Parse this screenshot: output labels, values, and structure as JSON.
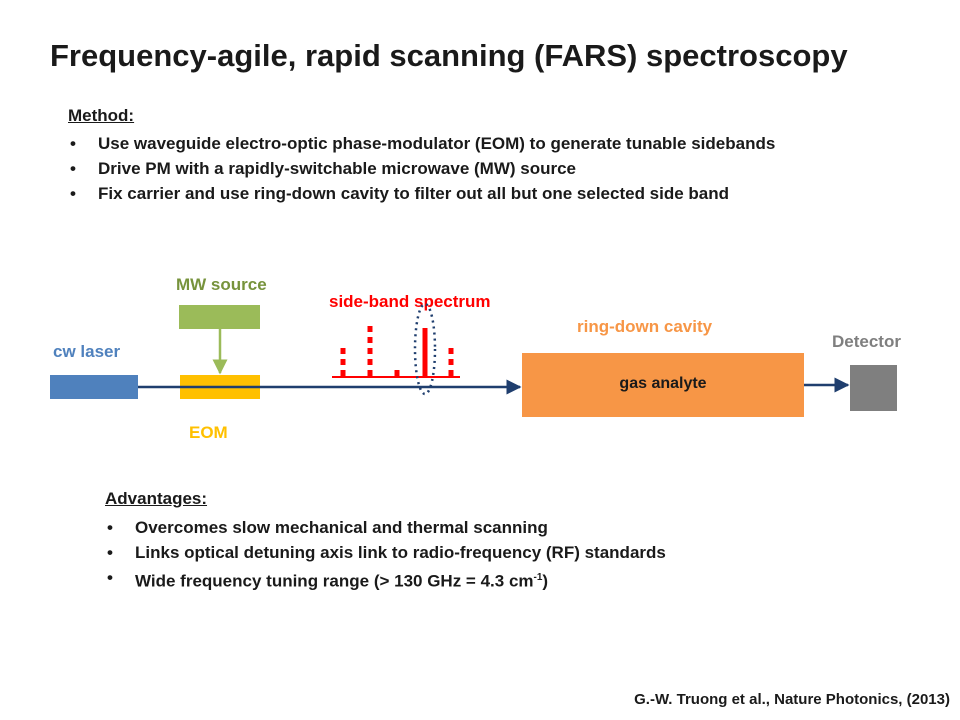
{
  "title": "Frequency-agile, rapid scanning (FARS) spectroscopy",
  "method": {
    "heading": "Method:",
    "items": [
      "Use waveguide electro-optic phase-modulator (EOM) to generate tunable sidebands",
      "Drive PM with a rapidly-switchable microwave (MW) source",
      "Fix carrier and use ring-down cavity to filter out all but one selected side band"
    ]
  },
  "diagram": {
    "cw_laser": "cw laser",
    "mw_source": "MW source",
    "eom": "EOM",
    "sideband_spectrum": "side-band spectrum",
    "ringdown_cavity": "ring-down cavity",
    "gas_analyte": "gas analyte",
    "detector": "Detector",
    "colors": {
      "laser": "#4f81bd",
      "mw_source": "#9bbb59",
      "eom": "#ffc000",
      "cavity": "#f79646",
      "detector": "#7f7f7f",
      "beam": "#1f3e6e",
      "sideband": "#ff0000",
      "label_blue": "#4f81bd",
      "label_green": "#77933c",
      "label_orange": "#f79646",
      "label_gray": "#7f7f7f"
    }
  },
  "advantages": {
    "heading": "Advantages:",
    "items": [
      "Overcomes slow mechanical and thermal scanning",
      "Links optical detuning axis link to radio-frequency (RF) standards"
    ],
    "item3_prefix": "Wide frequency tuning range (> 130 GHz = 4.3 cm",
    "item3_sup": "-1",
    "item3_suffix": ")"
  },
  "citation": "G.-W. Truong et al., Nature Photonics, (2013)"
}
